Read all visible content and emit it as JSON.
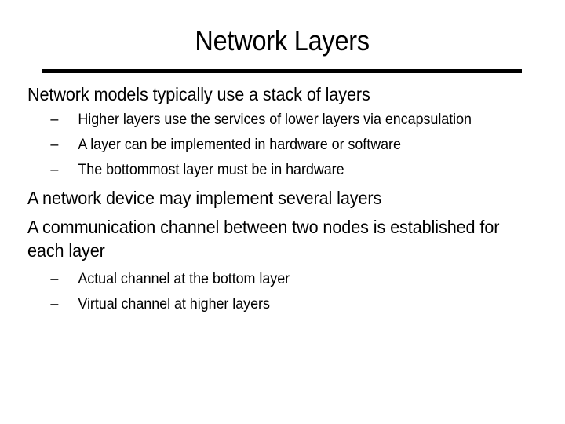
{
  "slide": {
    "title": "Network Layers",
    "background_color": "#ffffff",
    "text_color": "#000000",
    "rule_color": "#000000",
    "bullets": [
      {
        "level": 1,
        "marker": "",
        "text": "Network models typically use a stack of layers"
      },
      {
        "level": 2,
        "marker": "–",
        "text": "Higher layers use the services of lower layers via encapsulation"
      },
      {
        "level": 2,
        "marker": "–",
        "text": "A layer can be implemented in hardware or software"
      },
      {
        "level": 2,
        "marker": "–",
        "text": "The bottommost layer must be in hardware"
      },
      {
        "level": 1,
        "marker": "",
        "text": "A network device may implement several layers"
      },
      {
        "level": 1,
        "marker": "",
        "text": "A communication channel between two nodes is established for each layer"
      },
      {
        "level": 2,
        "marker": "–",
        "text": "Actual channel at the bottom layer"
      },
      {
        "level": 2,
        "marker": "–",
        "text": "Virtual channel at higher layers"
      }
    ]
  }
}
